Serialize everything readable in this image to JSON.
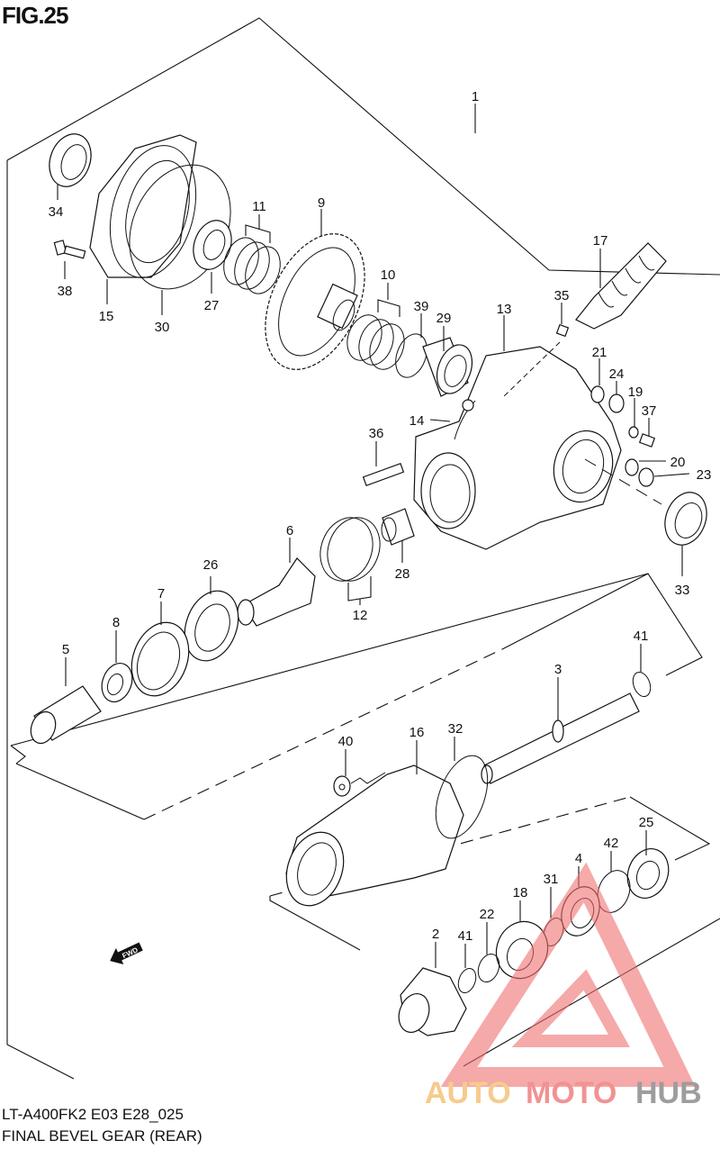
{
  "figure": {
    "title": "FIG.25",
    "model_code": "LT-A400FK2 E03 E28_025",
    "caption": "FINAL BEVEL GEAR (REAR)",
    "direction_badge": "FWD"
  },
  "watermark": {
    "part1": "AUTO",
    "part2": "MOTO",
    "part3": "HUB",
    "colors": {
      "auto": "#f5c27a",
      "moto": "#f08080",
      "hub": "#8c8c8c",
      "triangle": "#f07070"
    }
  },
  "labels": {
    "l1": "1",
    "l2": "2",
    "l3": "3",
    "l4": "4",
    "l5": "5",
    "l6": "6",
    "l7": "7",
    "l8": "8",
    "l9": "9",
    "l10": "10",
    "l11": "11",
    "l12": "12",
    "l13": "13",
    "l14": "14",
    "l15": "15",
    "l16": "16",
    "l17": "17",
    "l18": "18",
    "l19": "19",
    "l20": "20",
    "l21": "21",
    "l22": "22",
    "l23": "23",
    "l24": "24",
    "l25": "25",
    "l26": "26",
    "l27": "27",
    "l28": "28",
    "l29": "29",
    "l30": "30",
    "l31": "31",
    "l32": "32",
    "l33": "33",
    "l34": "34",
    "l35": "35",
    "l36": "36",
    "l37": "37",
    "l38": "38",
    "l39": "39",
    "l40": "40",
    "l41a": "41",
    "l41b": "41",
    "l42": "42"
  }
}
